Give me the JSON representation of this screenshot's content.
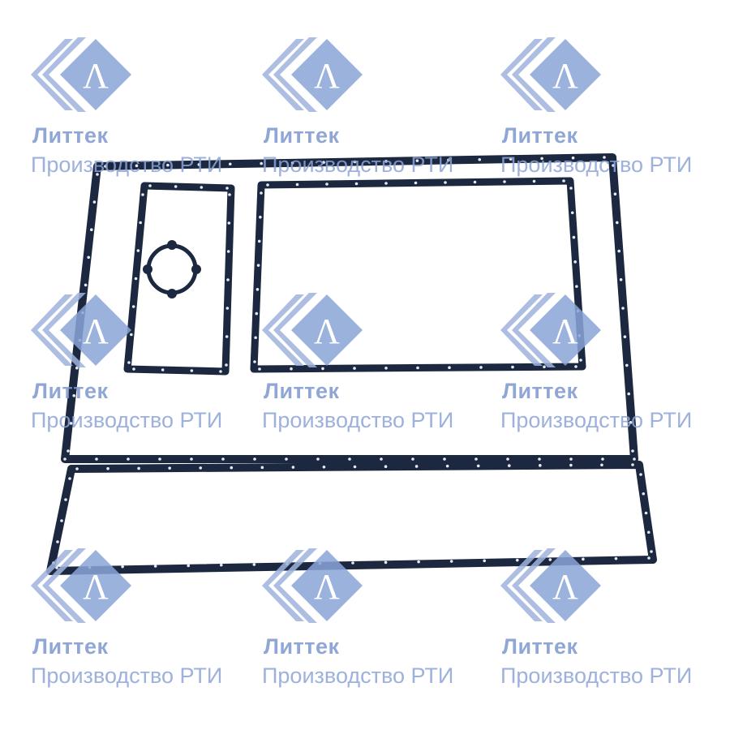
{
  "watermark": {
    "brand": "Литтек",
    "subtitle": "Производство РТИ",
    "logo_letter": "Λ",
    "color": "#7d98cf"
  },
  "gasket_color": "#1c2840"
}
